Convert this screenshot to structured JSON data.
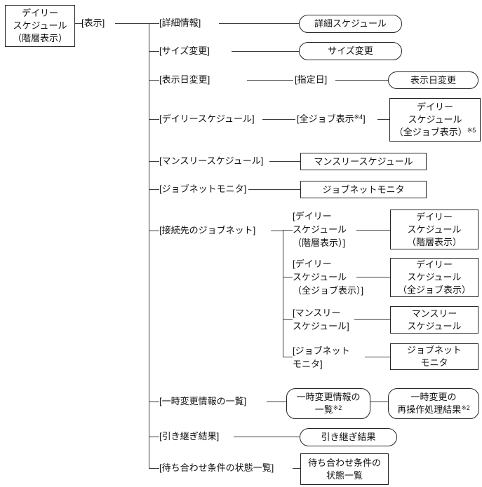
{
  "diagram": {
    "root": {
      "line1": "デイリー",
      "line2": "スケジュール",
      "line3": "（階層表示）"
    },
    "menu_label": "[表示]",
    "branches": {
      "detail": {
        "label": "[詳細情報]",
        "node": "詳細スケジュール"
      },
      "resize": {
        "label": "[サイズ変更]",
        "node": "サイズ変更"
      },
      "display_date": {
        "label": "[表示日変更]",
        "mid": "[指定日]",
        "node": "表示日変更"
      },
      "daily": {
        "label": "[デイリースケジュール]",
        "mid_pre": "[全ジョブ表示",
        "mid_sup": "※4",
        "mid_post": "]",
        "node_line1": "デイリー",
        "node_line2": "スケジュール",
        "node_line3": "（全ジョブ表示）",
        "node_sup": "※5"
      },
      "monthly": {
        "label": "[マンスリースケジュール]",
        "node": "マンスリースケジュール"
      },
      "jobnet_monitor": {
        "label": "[ジョブネットモニタ]",
        "node": "ジョブネットモニタ"
      },
      "connected_jobnet": {
        "label": "[接続先のジョブネット]",
        "children": {
          "daily_hierarchy": {
            "label_line1": "[デイリー",
            "label_line2": "スケジュール",
            "label_line3": "（階層表示）]",
            "node_line1": "デイリー",
            "node_line2": "スケジュール",
            "node_line3": "（階層表示）"
          },
          "daily_all_jobs": {
            "label_line1": "[デイリー",
            "label_line2": "スケジュール",
            "label_line3": "（全ジョブ表示）]",
            "node_line1": "デイリー",
            "node_line2": "スケジュール",
            "node_line3": "（全ジョブ表示）"
          },
          "monthly": {
            "label_line1": "[マンスリー",
            "label_line2": "スケジュール]",
            "node_line1": "マンスリー",
            "node_line2": "スケジュール"
          },
          "jobnet_monitor": {
            "label_line1": "[ジョブネット",
            "label_line2": "モニタ]",
            "node_line1": "ジョブネット",
            "node_line2": "モニタ"
          }
        }
      },
      "temp_change": {
        "label": "[一時変更情報の一覧]",
        "node1_line1": "一時変更情報の",
        "node1_line2": "一覧",
        "node1_sup": "※2",
        "node2_line1": "一時変更の",
        "node2_line2": "再操作処理結果",
        "node2_sup": "※2"
      },
      "takeover": {
        "label": "[引き継ぎ結果]",
        "node": "引き継ぎ結果"
      },
      "wait_condition": {
        "label": "[待ち合わせ条件の状態一覧]",
        "node_line1": "待ち合わせ条件の",
        "node_line2": "状態一覧"
      }
    }
  }
}
